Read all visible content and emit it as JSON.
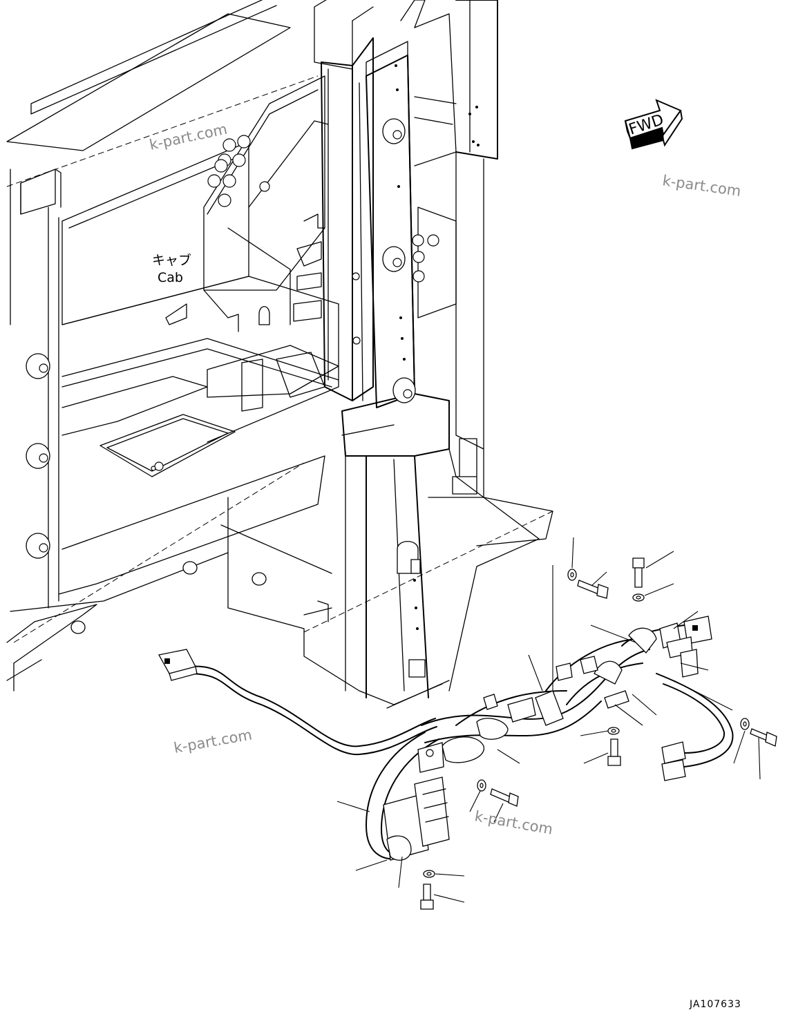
{
  "labels": {
    "cab_jp": "キャブ",
    "cab_en": "Cab",
    "fwd": "FWD",
    "drawing_code": "JA107633"
  },
  "watermarks": [
    "k-part.com",
    "k-part.com",
    "k-part.com",
    "k-part.com"
  ],
  "icons": {
    "forward_arrow": "fwd-arrow-icon"
  }
}
